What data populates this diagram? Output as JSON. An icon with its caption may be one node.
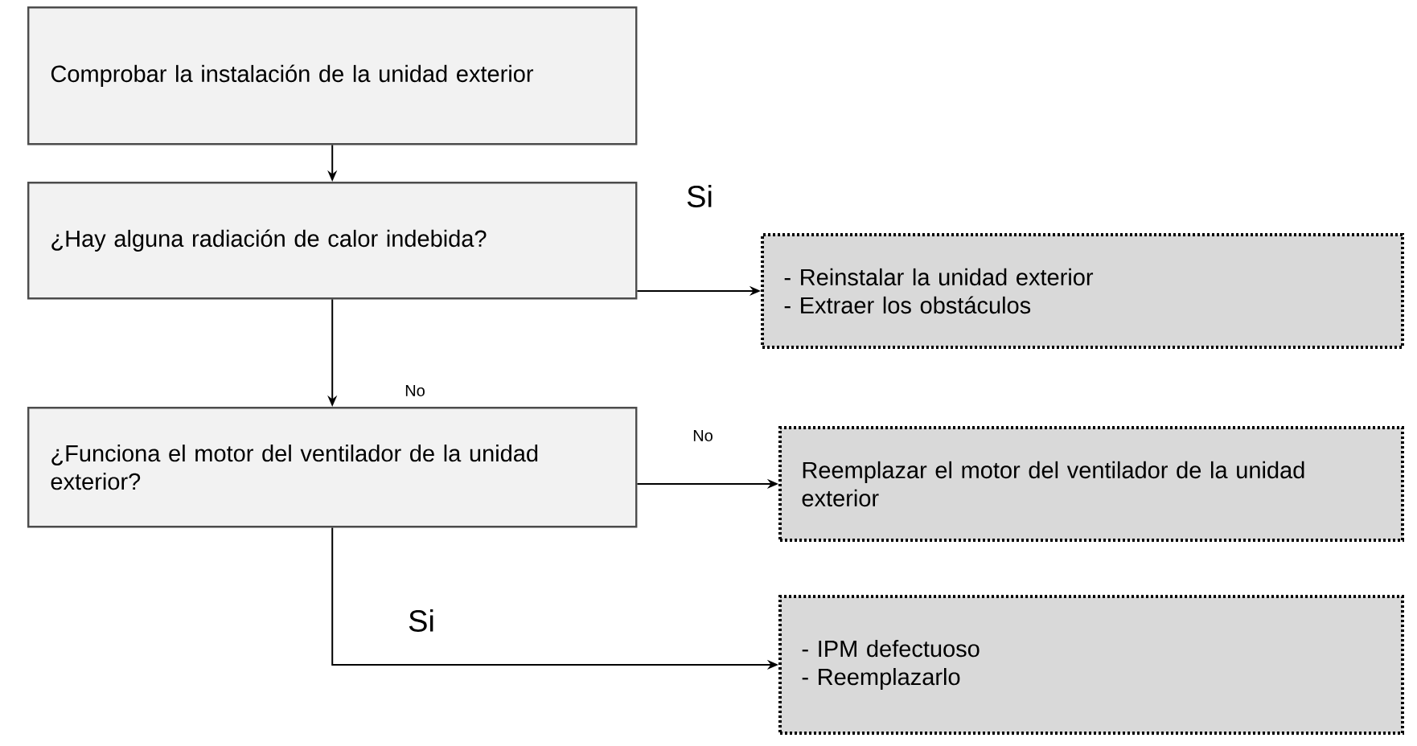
{
  "diagram": {
    "nodes": [
      {
        "text": [
          "Comprobar la instalación de la unidad exterior"
        ]
      },
      {
        "text": [
          "¿Hay alguna radiación de calor indebida?"
        ]
      },
      {
        "text": [
          "- Reinstalar la unidad exterior",
          "- Extraer los obstáculos"
        ]
      },
      {
        "text": [
          "¿Funciona el motor del ventilador de la unidad exterior?"
        ]
      },
      {
        "text": [
          "Reemplazar el motor del ventilador de la unidad exterior"
        ]
      },
      {
        "text": [
          "- IPM defectuoso",
          "- Reemplazarlo"
        ]
      }
    ],
    "edges": [
      {
        "from": 0,
        "to": 1,
        "arrow": "to"
      },
      {
        "from": 1,
        "to": 2,
        "arrow": "to",
        "label": "Si"
      },
      {
        "from": 1,
        "to": 3,
        "arrow": "to",
        "label": "No"
      },
      {
        "from": 3,
        "to": 4,
        "arrow": "to",
        "label": "No"
      },
      {
        "from": 3,
        "to": 5,
        "arrow": "to",
        "label": "Si"
      }
    ]
  }
}
